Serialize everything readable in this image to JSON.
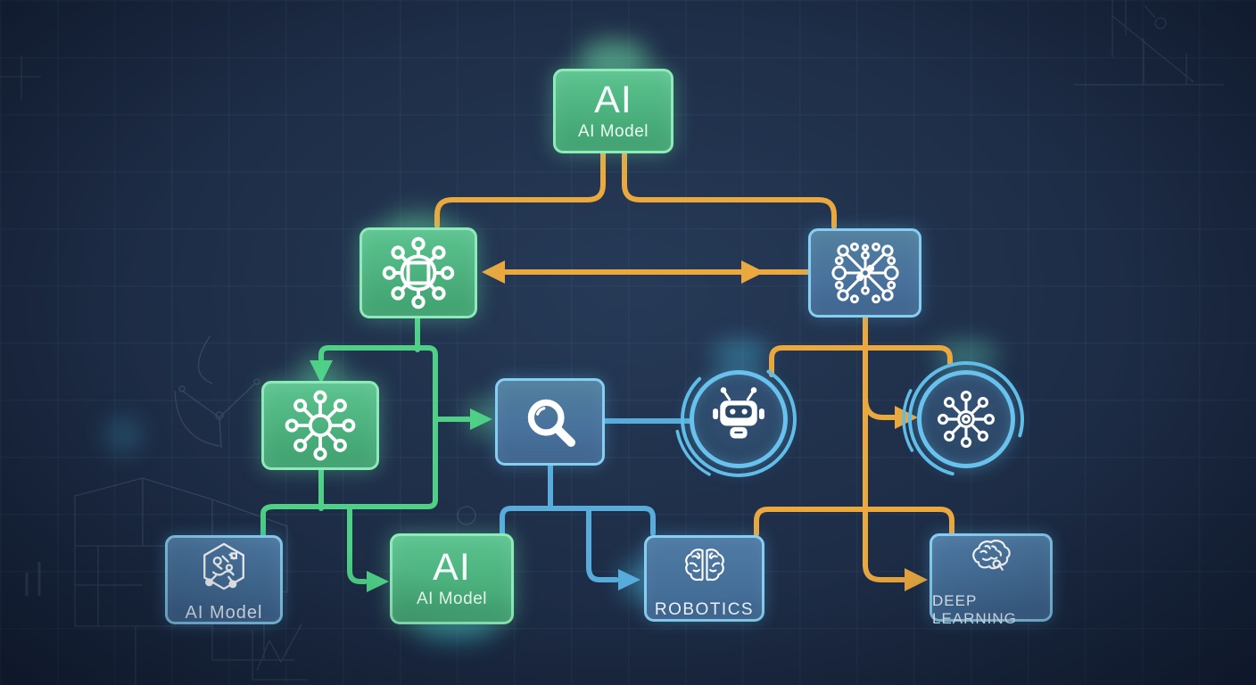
{
  "diagram": {
    "description": "AI concept flowchart on dark blueprint background",
    "nodes": {
      "root": {
        "title": "AI",
        "subtitle": "AI Model"
      },
      "chip": {
        "icon": "chip-network-icon"
      },
      "neural": {
        "icon": "neural-network-icon"
      },
      "hub": {
        "icon": "hub-network-icon"
      },
      "search": {
        "icon": "magnifier-icon"
      },
      "robot_badge": {
        "icon": "robot-icon"
      },
      "network_badge": {
        "icon": "hub-network-icon"
      },
      "ai_model_left": {
        "label": "AI Model",
        "icon": "hexagon-circuit-icon"
      },
      "ai_center": {
        "title": "AI",
        "subtitle": "AI Model"
      },
      "robotics": {
        "label": "ROBOTICS",
        "icon": "brain-front-icon"
      },
      "deep_learning": {
        "label": "DEEP LEARNING",
        "icon": "brain-side-icon"
      }
    },
    "edges": [
      {
        "from": "root",
        "to": "chip",
        "color": "orange"
      },
      {
        "from": "root",
        "to": "neural",
        "color": "orange"
      },
      {
        "from": "neural",
        "to": "chip",
        "color": "orange",
        "style": "double-arrow"
      },
      {
        "from": "chip",
        "to": "hub",
        "color": "green",
        "style": "arrow"
      },
      {
        "from": "chip",
        "to": "search",
        "color": "green",
        "style": "arrow"
      },
      {
        "from": "search",
        "to": "robot_badge",
        "color": "blue"
      },
      {
        "from": "neural",
        "to": "robot_badge",
        "color": "orange"
      },
      {
        "from": "neural",
        "to": "network_badge",
        "color": "orange",
        "style": "arrow"
      },
      {
        "from": "neural",
        "to": "deep_learning",
        "color": "orange",
        "style": "arrow"
      },
      {
        "from": "robotics",
        "to": "deep_learning",
        "color": "orange"
      },
      {
        "from": "hub",
        "to": "ai_model_left",
        "color": "green"
      },
      {
        "from": "hub",
        "to": "ai_center",
        "color": "green",
        "style": "arrow"
      },
      {
        "from": "search",
        "to": "ai_center",
        "color": "blue"
      },
      {
        "from": "search",
        "to": "robotics",
        "color": "blue",
        "style": "arrow"
      }
    ],
    "palette": {
      "background": "#1E2D47",
      "green_fill": "#4CB381",
      "green_border": "#8CEBB8",
      "blue_fill": "#48719C",
      "blue_border": "#86CFF2",
      "badge_fill": "#2B4767",
      "badge_ring": "#69C2EE",
      "orange_line": "#EAA83F",
      "green_line": "#4ED086",
      "blue_line": "#58ACDC",
      "icon_color": "#FFFFFF"
    }
  }
}
